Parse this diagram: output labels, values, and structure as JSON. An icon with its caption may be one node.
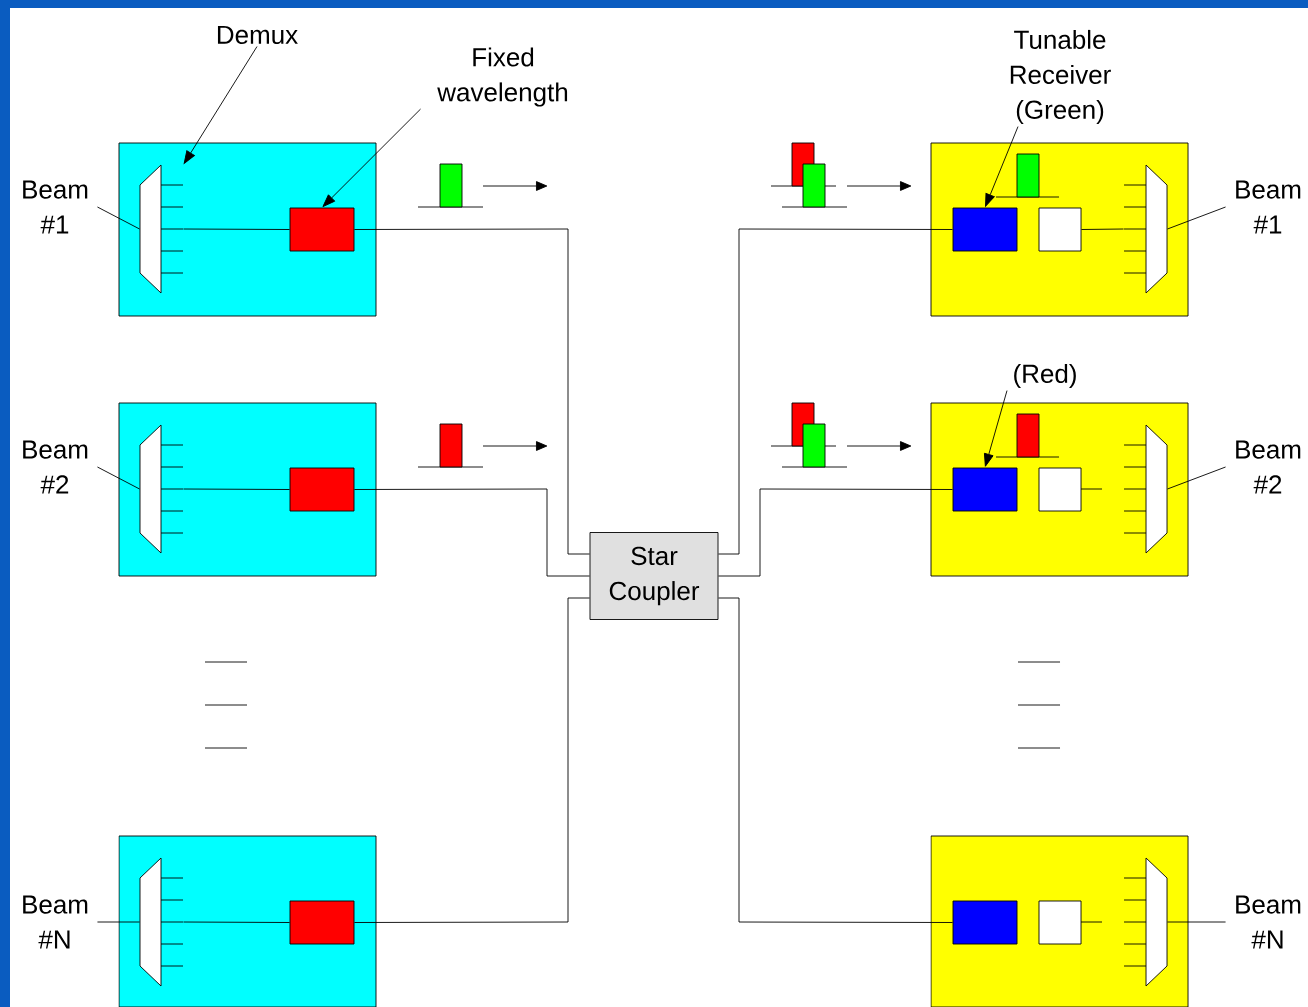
{
  "diagram": {
    "nodes": [
      {
        "text": [
          "Demux"
        ]
      },
      {
        "text": [
          "Fixed wavelength"
        ]
      },
      {
        "text": [
          "Tunable Receiver (Green)"
        ]
      },
      {
        "text": [
          "Beam #1"
        ]
      },
      {
        "text": [],
        "shape": "box"
      },
      {
        "text": [],
        "shape": "trapezoid",
        "in": 4
      },
      {
        "text": [],
        "shape": "box",
        "in": 4
      },
      {
        "text": [],
        "shape": "box"
      },
      {
        "text": [],
        "shape": "box",
        "in": 7
      },
      {
        "text": [],
        "shape": "box",
        "in": 7
      },
      {
        "text": [],
        "shape": "trapezoid",
        "in": 7
      },
      {
        "text": [
          "Beam #1"
        ]
      },
      {
        "text": [
          "(Red)"
        ]
      },
      {
        "text": [
          "Beam #2"
        ]
      },
      {
        "text": [],
        "shape": "box"
      },
      {
        "text": [],
        "shape": "trapezoid",
        "in": 14
      },
      {
        "text": [],
        "shape": "box",
        "in": 14
      },
      {
        "text": [
          "Star Coupler"
        ]
      },
      {
        "text": [],
        "shape": "box"
      },
      {
        "text": [],
        "shape": "box",
        "in": 18
      },
      {
        "text": [],
        "shape": "box",
        "in": 18
      },
      {
        "text": [],
        "shape": "trapezoid",
        "in": 18
      },
      {
        "text": [
          "Beam #2"
        ]
      },
      {
        "text": [
          "Beam #N"
        ]
      },
      {
        "text": [],
        "shape": "box"
      },
      {
        "text": [],
        "shape": "trapezoid",
        "in": 24
      },
      {
        "text": [],
        "shape": "box",
        "in": 24
      },
      {
        "text": [],
        "shape": "box"
      },
      {
        "text": [],
        "shape": "box",
        "in": 27
      },
      {
        "text": [],
        "shape": "box",
        "in": 27
      },
      {
        "text": [],
        "shape": "trapezoid",
        "in": 27
      },
      {
        "text": [
          "Beam #N"
        ]
      }
    ],
    "edges": [
      {
        "from": 0,
        "to": 5,
        "arrow": "to"
      },
      {
        "from": 1,
        "to": 6,
        "arrow": "to"
      },
      {
        "from": 2,
        "to": 8,
        "arrow": "to"
      },
      {
        "from": 12,
        "to": 19,
        "arrow": "to"
      },
      {
        "from": 3,
        "to": 5,
        "arrow": "none"
      },
      {
        "from": 5,
        "to": 6,
        "arrow": "none"
      },
      {
        "from": 6,
        "to": 17,
        "arrow": "none"
      },
      {
        "from": 13,
        "to": 15,
        "arrow": "none"
      },
      {
        "from": 15,
        "to": 16,
        "arrow": "none"
      },
      {
        "from": 16,
        "to": 17,
        "arrow": "none"
      },
      {
        "from": 23,
        "to": 25,
        "arrow": "none"
      },
      {
        "from": 25,
        "to": 26,
        "arrow": "none"
      },
      {
        "from": 26,
        "to": 17,
        "arrow": "none"
      },
      {
        "from": 17,
        "to": 8,
        "arrow": "none"
      },
      {
        "from": 9,
        "to": 10,
        "arrow": "none"
      },
      {
        "from": 10,
        "to": 11,
        "arrow": "none"
      },
      {
        "from": 17,
        "to": 19,
        "arrow": "none"
      },
      {
        "from": 21,
        "to": 22,
        "arrow": "none"
      },
      {
        "from": 17,
        "to": 28,
        "arrow": "none"
      },
      {
        "from": 30,
        "to": 31,
        "arrow": "none"
      }
    ]
  }
}
